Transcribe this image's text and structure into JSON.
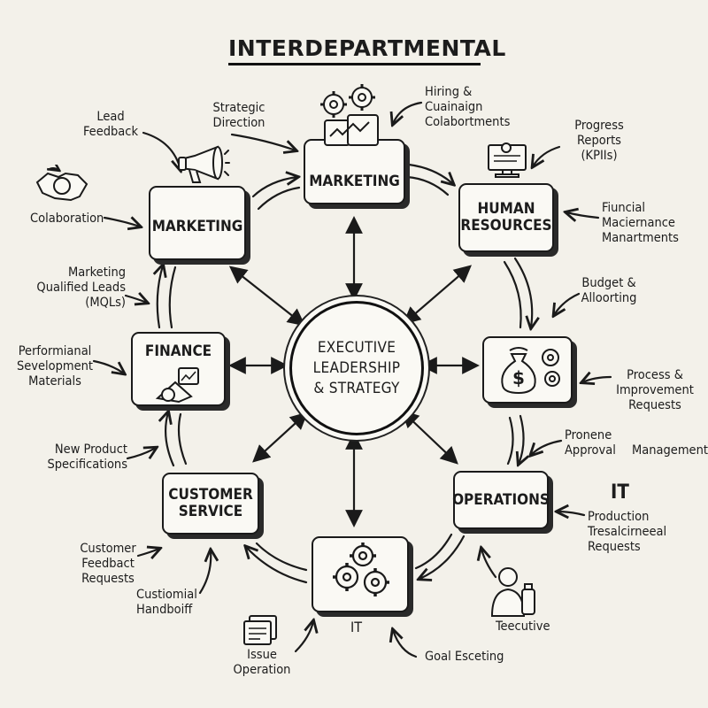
{
  "title": "INTERDEPARTMENTAL",
  "center": {
    "label": "EXECUTIVE\nLEADERSHIP\n& STRATEGY"
  },
  "nodes": {
    "marketing_top": "MARKETING",
    "marketing_left": "MARKETING",
    "human_resources": "HUMAN\nRESOURCES",
    "finance": "FINANCE",
    "budget_box": "",
    "customer_service": "CUSTOMER\nSERVICE",
    "operations": "OPERATIONS",
    "it_box": ""
  },
  "notes": {
    "lead_feedback": "Lead\nFeedback",
    "strategic_direction": "Strategic\nDirection",
    "hiring": "Hiring &\nCuainaign\nColabortments",
    "progress_reports": "Progress\nReports\n(KPIIs)",
    "colaboration": "Colaboration",
    "fiuncial": "Fiuncial\nMaciernance\nManartments",
    "mqls": "Marketing\nQualified Leads\n(MQLs)",
    "budget_alloc": "Budget &\nAlloorting",
    "performianal": "Performianal\nSevelopment\nMaterials",
    "process_requests": "Process &\nImprovement\nRequests",
    "new_product": "New Product\nSpecifications",
    "pronene": "Pronene\nApproval",
    "management": "Management",
    "it_label_right": "IT",
    "production": "Production\nTresalcirneeal\nRequests",
    "customer_feedback": "Customer\nFeedbact\nRequests",
    "customial": "Custiomial\nHandboiff",
    "it_label_bottom": "IT",
    "issue_operation": "Issue\nOperation",
    "goal_esceting": "Goal Esceting",
    "teecutive": "Teecutive"
  },
  "icons": {
    "megaphone": "megaphone-icon",
    "gears": "gears-icon",
    "monitor": "monitor-icon",
    "handshake": "handshake-icon",
    "chart": "chart-icon",
    "money_bag": "money-bag-icon",
    "people": "people-icon",
    "document": "document-icon"
  }
}
